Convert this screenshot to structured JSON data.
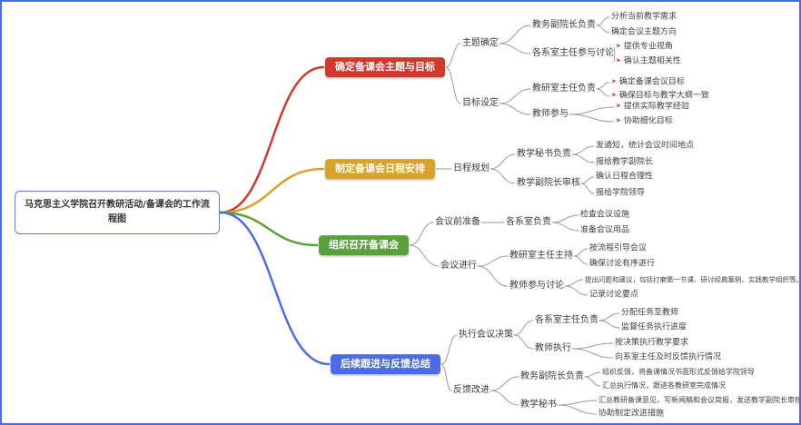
{
  "title": "马克思主义学院召开教研活动/备课会的工作流程图",
  "icons": {
    "leaf_bullet": "➤"
  },
  "colors": {
    "canvas_border": "#4A6DE5",
    "root_border": "#5E7CE2",
    "branch1": "#D0392B",
    "branch2": "#D9A32A",
    "branch3": "#57A23B",
    "branch4": "#4A6DE5",
    "sub_link": "#9A9A9A"
  },
  "branches": [
    {
      "label": "确定备课会主题与目标",
      "color": "#D0392B",
      "children": [
        {
          "label": "主题确定",
          "children": [
            {
              "label": "教务副院长负责",
              "children": [
                {
                  "label": "分析当前教学需求"
                },
                {
                  "label": "确定会议主题方向"
                }
              ]
            },
            {
              "label": "各系室主任参与讨论",
              "children": [
                {
                  "label": "提供专业视角"
                },
                {
                  "label": "确认主题相关性"
                }
              ]
            }
          ]
        },
        {
          "label": "目标设定",
          "children": [
            {
              "label": "教研室主任负责",
              "children": [
                {
                  "label": "确定备课会议目标"
                },
                {
                  "label": "确保目标与教学大纲一致"
                }
              ]
            },
            {
              "label": "教师参与",
              "children": [
                {
                  "label": "提供实际教学经验"
                },
                {
                  "label": "协助细化目标"
                }
              ]
            }
          ]
        }
      ]
    },
    {
      "label": "制定备课会日程安排",
      "color": "#D9A32A",
      "children": [
        {
          "label": "日程规划",
          "children": [
            {
              "label": "教学秘书负责",
              "children": [
                {
                  "label": "发通知，统计会议时间地点"
                },
                {
                  "label": "报给教学副院长"
                }
              ]
            },
            {
              "label": "教学副院长审核",
              "children": [
                {
                  "label": "确认日程合理性"
                },
                {
                  "label": "报给学院领导"
                }
              ]
            }
          ]
        }
      ]
    },
    {
      "label": "组织召开备课会",
      "color": "#57A23B",
      "children": [
        {
          "label": "会议前准备",
          "children": [
            {
              "label": "各系室负责",
              "children": [
                {
                  "label": "检查会议设施"
                },
                {
                  "label": "准备会议用品"
                }
              ]
            }
          ]
        },
        {
          "label": "会议进行",
          "children": [
            {
              "label": "教研室主任主持",
              "children": [
                {
                  "label": "按流程引导会议"
                },
                {
                  "label": "确保讨论有序进行"
                }
              ]
            },
            {
              "label": "教师参与讨论",
              "children": [
                {
                  "label": "提出问题和建议，包括打磨第一节课、研讨经典案例、实践教学组织等。"
                },
                {
                  "label": "记录讨论要点"
                }
              ]
            }
          ]
        }
      ]
    },
    {
      "label": "后续跟进与反馈总结",
      "color": "#4A6DE5",
      "children": [
        {
          "label": "执行会议决策",
          "children": [
            {
              "label": "各系室主任负责",
              "children": [
                {
                  "label": "分配任务至教师"
                },
                {
                  "label": "监督任务执行进度"
                }
              ]
            },
            {
              "label": "教师执行",
              "children": [
                {
                  "label": "按决策执行教学要求"
                },
                {
                  "label": "向系室主任及时反馈执行情况"
                }
              ]
            }
          ]
        },
        {
          "label": "反馈改进",
          "children": [
            {
              "label": "教务副院长负责",
              "children": [
                {
                  "label": "组织反馈，将备课情况书面形式反馈给学院领导"
                },
                {
                  "label": "汇总执行情况，跟进各教研室完成情况"
                }
              ]
            },
            {
              "label": "教学秘书",
              "children": [
                {
                  "label": "汇总教研备课意见，写新闻稿和会议简报，发送教学副院长审核"
                },
                {
                  "label": "协助制定改进措施"
                }
              ]
            }
          ]
        }
      ]
    }
  ]
}
